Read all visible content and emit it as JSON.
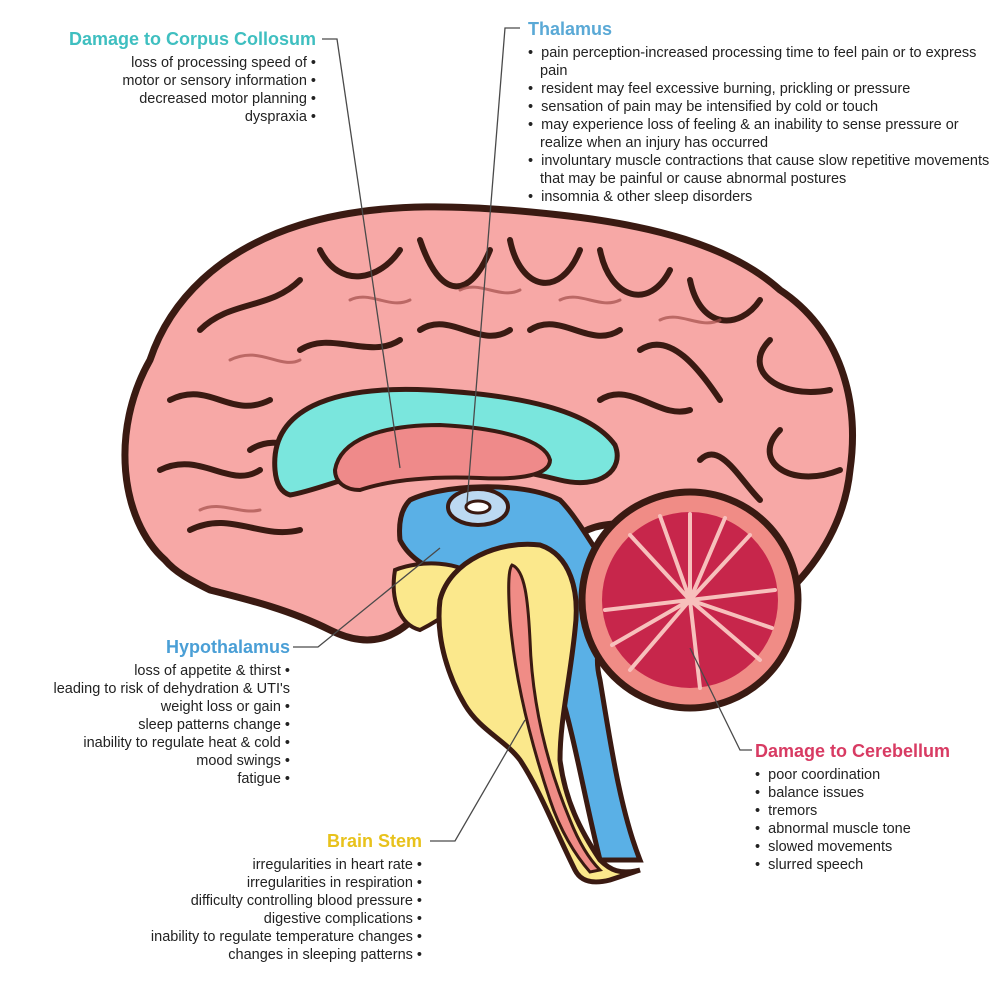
{
  "colors": {
    "corpus_title": "#3fbfc0",
    "thalamus_title": "#5aa9d6",
    "hypothalamus_title": "#4a9fd6",
    "brainstem_title": "#e8c21c",
    "cerebellum_title": "#d83b63",
    "cortex": "#f7a8a6",
    "cortex_outline": "#3a1a12",
    "corpus_band": "#7ae6dd",
    "ventricle": "#5ab0e6",
    "brainstem": "#fbe88c",
    "cerebellum": "#c7264b"
  },
  "corpus": {
    "title": "Damage to Corpus Collosum",
    "items": [
      "loss of processing speed of",
      "motor or sensory information",
      "decreased motor planning",
      "dyspraxia"
    ]
  },
  "thalamus": {
    "title": "Thalamus",
    "items": [
      "pain perception-increased processing time to feel pain or to express pain",
      "resident may feel excessive burning, prickling or pressure",
      "sensation of pain may be intensified by cold or touch",
      "may experience loss of feeling & an inability to sense pressure or realize when an injury has occurred",
      "involuntary muscle contractions that cause slow repetitive movements that may be painful or cause abnormal postures",
      "insomnia & other sleep disorders"
    ]
  },
  "hypothalamus": {
    "title": "Hypothalamus",
    "items": [
      "loss of appetite & thirst",
      "leading to risk of dehydration & UTI's",
      "weight loss or gain",
      "sleep patterns change",
      "inability to regulate heat & cold",
      "mood swings",
      "fatigue"
    ]
  },
  "brainstem": {
    "title": "Brain Stem",
    "items": [
      "irregularities in heart rate",
      "irregularities in respiration",
      "difficulty controlling blood pressure",
      "digestive complications",
      "inability to regulate temperature changes",
      "changes in sleeping patterns"
    ]
  },
  "cerebellum": {
    "title": "Damage to Cerebellum",
    "items": [
      "poor coordination",
      "balance issues",
      "tremors",
      "abnormal muscle tone",
      "slowed movements",
      "slurred speech"
    ]
  }
}
